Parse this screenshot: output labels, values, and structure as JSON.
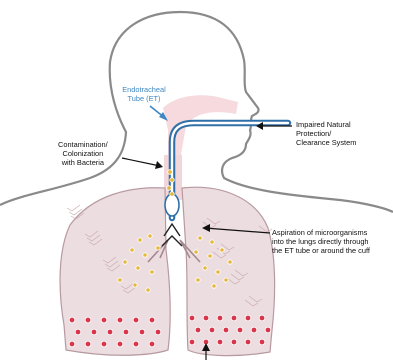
{
  "labels": {
    "endotracheal_tube": "Endotracheal\nTube (ET)",
    "impaired_protection": "Impaired Natural\nProtection/\nClearance System",
    "contamination": "Contamination/\nColonization\nwith Bacteria",
    "aspiration": "Aspiration of microorganisms\ninto the lungs directly through\nthe ET tube or around the cuff"
  },
  "colors": {
    "outline": "#8a8a8a",
    "airway": "#f4d4d8",
    "lung_fill": "#ecdde0",
    "lung_edge": "#b79aa0",
    "tube_blue": "#3f88c5",
    "bacteria_yellow": "#e6b93e",
    "bacteria_red": "#d8344a"
  }
}
